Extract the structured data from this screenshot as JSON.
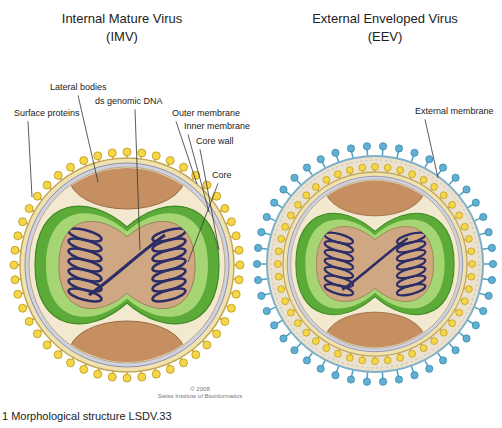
{
  "diagram": {
    "caption": "1 Morphological structure LSDV.33",
    "labels": [
      "Internal Mature Virus",
      "(IMV)",
      "External Enveloped Virus",
      "(EEV)",
      "Surface proteins",
      "Lateral bodies",
      "ds genomic DNA",
      "Outer membrane",
      "Inner membrane",
      "Core wall",
      "Core",
      "External membrane",
      "© 2008",
      "Swiss Institute of Bioinformatics"
    ]
  }
}
